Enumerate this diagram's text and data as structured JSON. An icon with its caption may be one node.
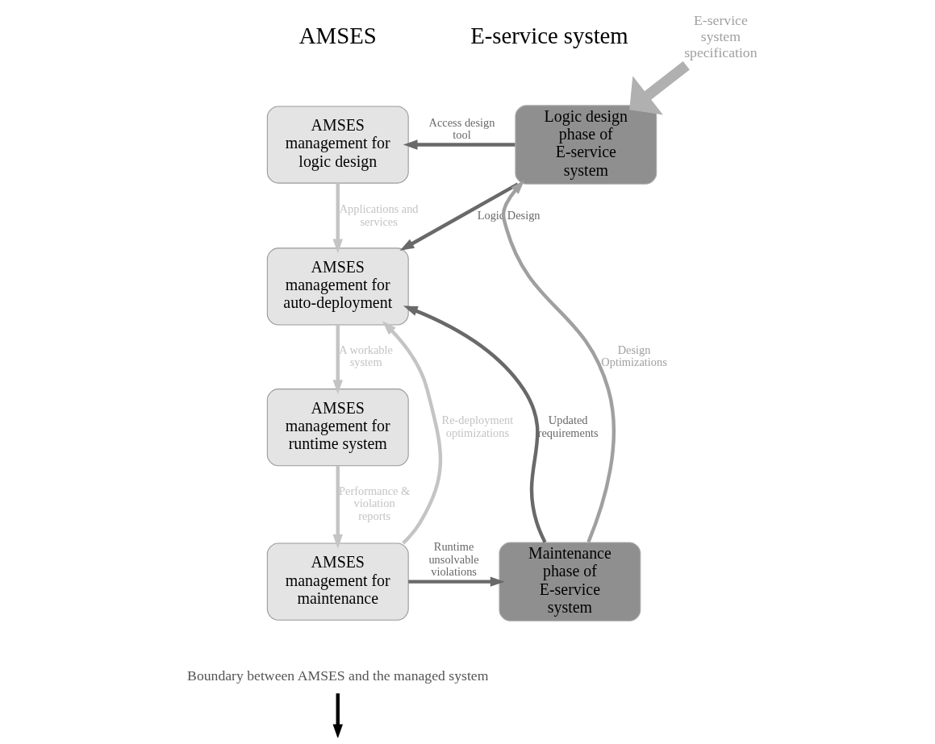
{
  "diagram": {
    "nodes": [
      {
        "text": [
          "AMSES management for logic design"
        ]
      },
      {
        "text": [
          "AMSES management for auto-deployment"
        ]
      },
      {
        "text": [
          "AMSES management for runtime system"
        ]
      },
      {
        "text": [
          "AMSES management for maintenance"
        ]
      },
      {
        "text": [
          "Logic design phase of E-service system"
        ]
      },
      {
        "text": [
          "Maintenance phase of E-service system"
        ]
      },
      {
        "text": [
          "E-service system specification"
        ]
      },
      {
        "text": [
          "Boundary between AMSES and the managed system"
        ]
      }
    ],
    "edges": [
      {
        "from": 4,
        "to": 0,
        "arrow": "to",
        "label": "Access design tool",
        "color": "#696969"
      },
      {
        "from": 0,
        "to": 1,
        "arrow": "to",
        "label": "Applications and services",
        "color": "#c4c4c4"
      },
      {
        "from": 4,
        "to": 1,
        "arrow": "to",
        "label": "Logic Design",
        "color": "#696969"
      },
      {
        "from": 3,
        "to": 1,
        "arrow": "to",
        "label": "Re-deployment optimizations",
        "color": "#c4c4c4"
      },
      {
        "from": 5,
        "to": 1,
        "arrow": "to",
        "label": "Updated requirements",
        "color": "#696969"
      },
      {
        "from": 1,
        "to": 2,
        "arrow": "to",
        "label": "A workable system",
        "color": "#c4c4c4"
      },
      {
        "from": 2,
        "to": 3,
        "arrow": "to",
        "label": "Performance & violation reports",
        "color": "#c4c4c4"
      },
      {
        "from": 3,
        "to": 5,
        "arrow": "to",
        "label": "Runtime unsolvable violations",
        "color": "#696969"
      },
      {
        "from": 5,
        "to": 4,
        "arrow": "to",
        "label": "Design Optimizations",
        "color": "#a0a0a0"
      },
      {
        "from": 6,
        "to": 4,
        "arrow": "to",
        "style": "thick",
        "color": "#b0b0b0"
      },
      {
        "from": 7,
        "to": null,
        "arrow": "to",
        "color": "#000000"
      }
    ],
    "labels": [
      "AMSES",
      "E-service system"
    ]
  }
}
